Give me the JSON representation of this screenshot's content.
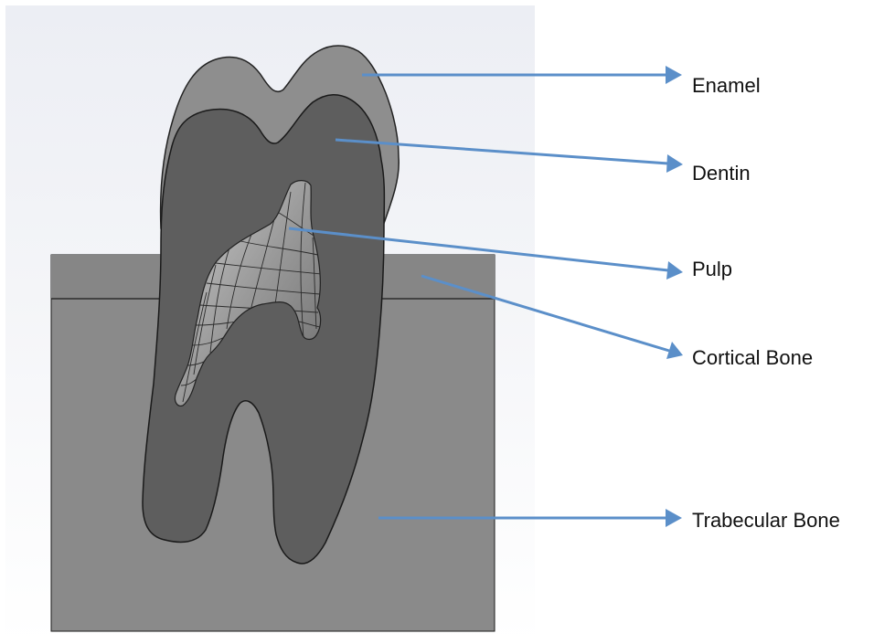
{
  "labels": [
    {
      "id": "enamel",
      "text": "Enamel"
    },
    {
      "id": "dentin",
      "text": "Dentin"
    },
    {
      "id": "pulp",
      "text": "Pulp"
    },
    {
      "id": "cortical-bone",
      "text": "Cortical Bone"
    },
    {
      "id": "trabecular-bone",
      "text": "Trabecular Bone"
    }
  ],
  "colors": {
    "arrow": "#5b8fc9",
    "enamel": "#8e8e8e",
    "dentin": "#5e5e5e",
    "bone": "#8a8a8a",
    "background_top": "#eceef4",
    "background_bottom": "#ffffff"
  }
}
